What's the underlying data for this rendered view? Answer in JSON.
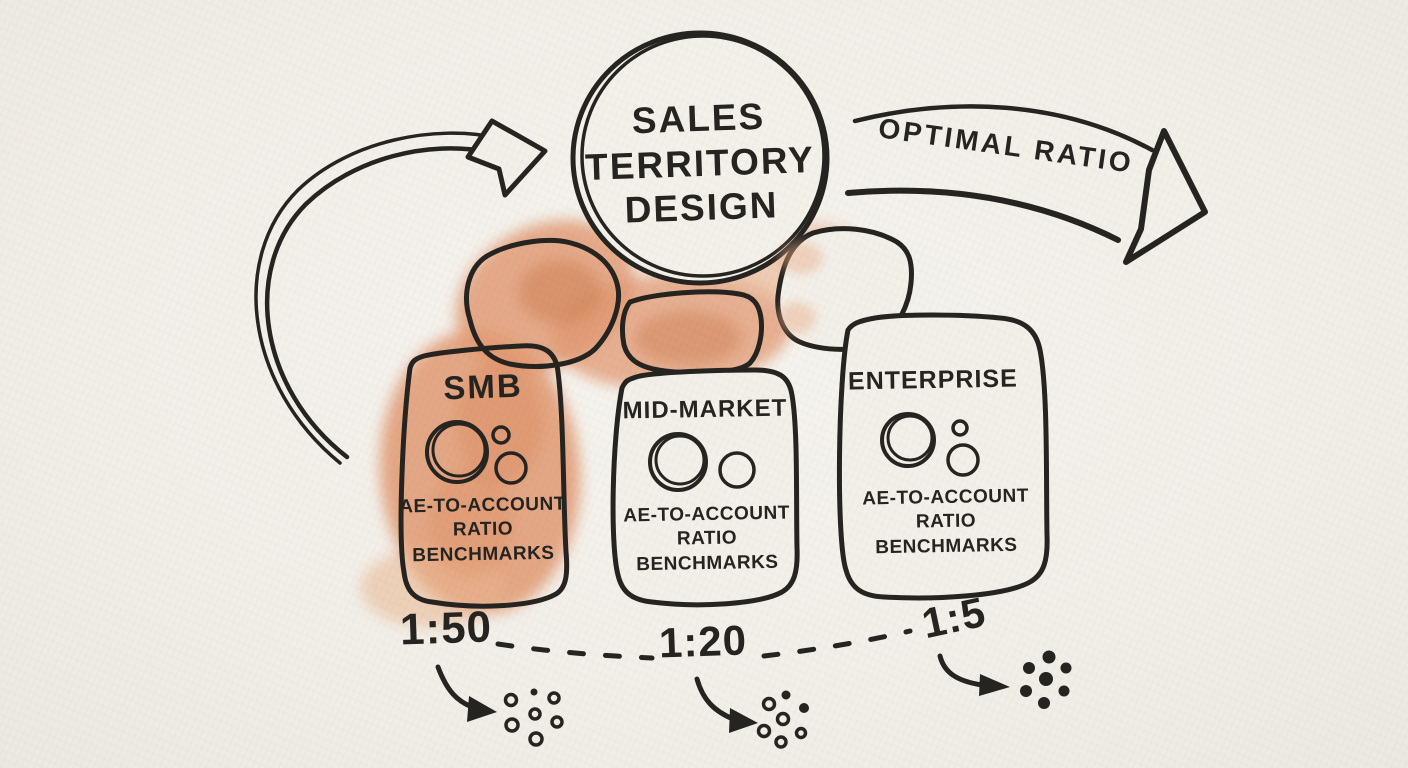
{
  "title": {
    "line1": "SALES",
    "line2": "TERRITORY",
    "line3": "DESIGN"
  },
  "arrows": {
    "optimal_ratio_label": "OPTIMAL RATIO"
  },
  "segments": [
    {
      "name": "SMB",
      "benchmark_line1": "AE-TO-ACCOUNT",
      "benchmark_line2": "RATIO",
      "benchmark_line3": "BENCHMARKS",
      "ratio": "1:50",
      "dot_cluster": {
        "total_dots": 7,
        "filled_dots": 1,
        "open_dots": 6
      }
    },
    {
      "name": "MID-MARKET",
      "benchmark_line1": "AE-TO-ACCOUNT",
      "benchmark_line2": "RATIO",
      "benchmark_line3": "BENCHMARKS",
      "ratio": "1:20",
      "dot_cluster": {
        "total_dots": 7,
        "filled_dots": 2,
        "open_dots": 5
      }
    },
    {
      "name": "ENTERPRISE",
      "benchmark_line1": "AE-TO-ACCOUNT",
      "benchmark_line2": "RATIO",
      "benchmark_line3": "BENCHMARKS",
      "ratio": "1:5",
      "dot_cluster": {
        "total_dots": 7,
        "filled_dots": 7,
        "open_dots": 0
      }
    }
  ],
  "colors": {
    "paper": "#f2efe9",
    "ink": "#262420",
    "wash": "#e29a73",
    "wash_dark": "#cd7d50",
    "wash_light": "#edbc9c"
  }
}
